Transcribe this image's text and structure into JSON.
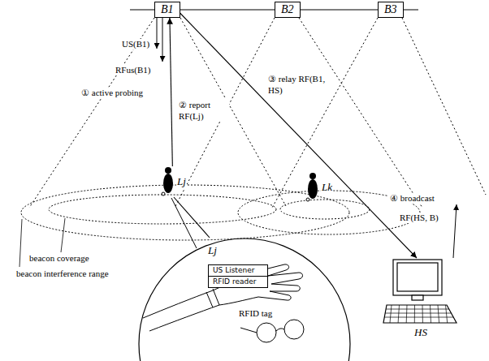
{
  "diagram": {
    "nodes": [
      {
        "text": [
          "B1"
        ]
      },
      {
        "text": [
          "B2"
        ]
      },
      {
        "text": [
          "B3"
        ]
      },
      {
        "text": [
          "Lj"
        ]
      },
      {
        "text": [
          "Lk"
        ]
      },
      {
        "text": [
          "HS"
        ]
      },
      {
        "text": [
          "Lj"
        ]
      },
      {
        "text": [
          "US Listener"
        ],
        "in": 6
      },
      {
        "text": [
          "RFID reader"
        ],
        "in": 6
      }
    ],
    "edges": [
      {
        "from": 3,
        "to": 0,
        "arrow": "to",
        "label": "② report RF(Lj)"
      },
      {
        "from": 0,
        "to": 5,
        "arrow": "to",
        "label": "③ relay RF(B1, HS)"
      },
      {
        "from": 3,
        "to": 6,
        "arrow": "none"
      }
    ],
    "labels": [
      "US(B1)",
      "RFus(B1)",
      "① active probing",
      "④ broadcast",
      "RF(HS, B)",
      "beacon coverage",
      "beacon interference range",
      "RFID tag"
    ]
  }
}
